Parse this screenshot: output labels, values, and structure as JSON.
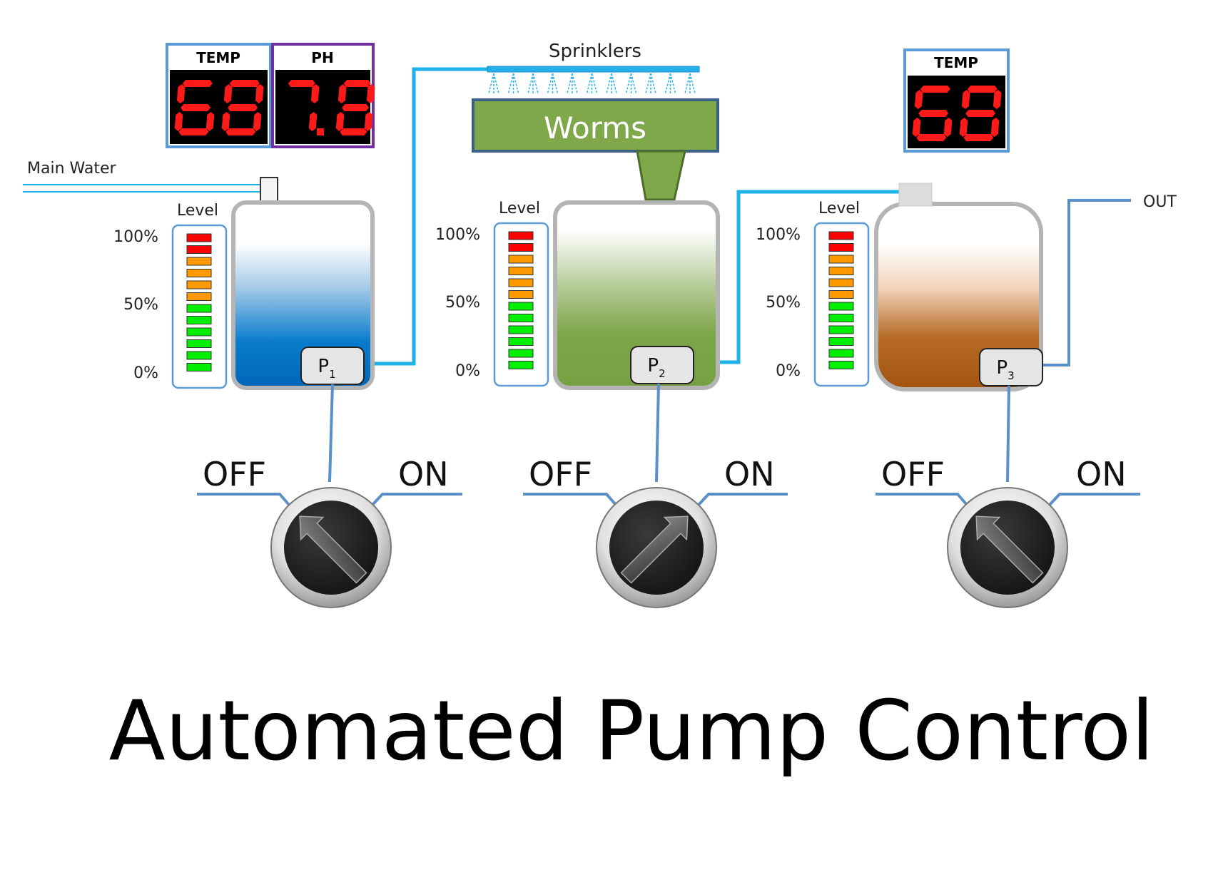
{
  "title": "Automated Pump Control",
  "labels": {
    "main_water": "Main Water",
    "sprinklers": "Sprinklers",
    "worms": "Worms",
    "out": "OUT"
  },
  "displays": [
    {
      "label": "TEMP",
      "value": "68",
      "border": "#5b9bd5"
    },
    {
      "label": "PH",
      "value": "7.8",
      "border": "#7030a0"
    },
    {
      "label": "TEMP",
      "value": "68",
      "border": "#5b9bd5"
    }
  ],
  "level_meters": [
    {
      "label": "Level",
      "ticks": [
        "100%",
        "50%",
        "0%"
      ]
    },
    {
      "label": "Level",
      "ticks": [
        "100%",
        "50%",
        "0%"
      ]
    },
    {
      "label": "Level",
      "ticks": [
        "100%",
        "50%",
        "0%"
      ]
    }
  ],
  "pumps": [
    {
      "name": "P",
      "sub": "1",
      "switch_off": "OFF",
      "switch_on": "ON",
      "state": "OFF"
    },
    {
      "name": "P",
      "sub": "2",
      "switch_off": "OFF",
      "switch_on": "ON",
      "state": "ON"
    },
    {
      "name": "P",
      "sub": "3",
      "switch_off": "OFF",
      "switch_on": "ON",
      "state": "OFF"
    }
  ],
  "level_bar_colors": [
    "#ff0000",
    "#ff0000",
    "#ff9900",
    "#ff9900",
    "#ff9900",
    "#ff9900",
    "#00ee00",
    "#00ee00",
    "#00ee00",
    "#00ee00",
    "#00ee00",
    "#00ee00"
  ],
  "colors": {
    "pipe": "#1fb2e8",
    "wire": "#5b8fc9",
    "water": "#0070c0",
    "green": "#77a043",
    "brown": "#a6560f",
    "worms_box": "#7fa84a",
    "segment_red": "#ff1a1a"
  }
}
